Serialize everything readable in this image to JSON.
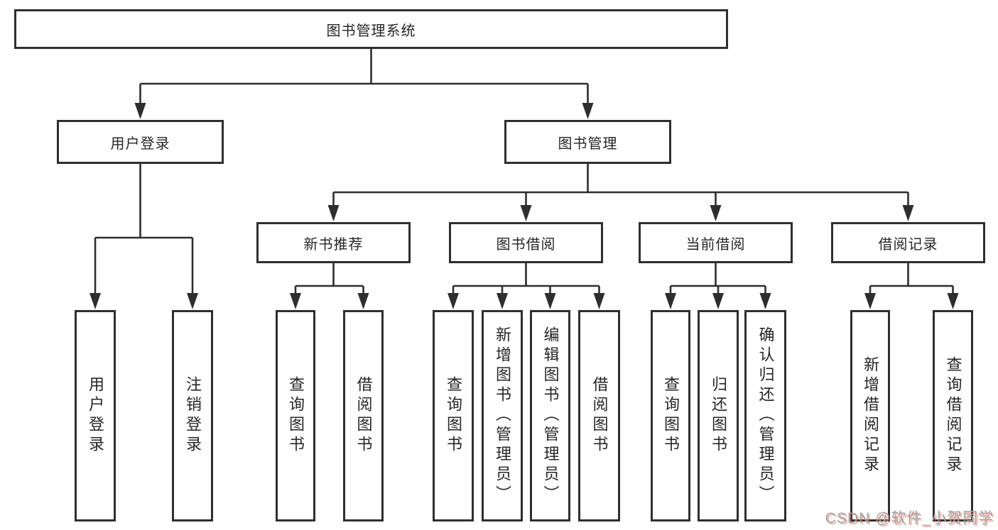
{
  "tree": {
    "root": {
      "label": "图书管理系统"
    },
    "branches": [
      {
        "label": "用户登录",
        "children": [
          {
            "label": "用户登录"
          },
          {
            "label": "注销登录"
          }
        ]
      },
      {
        "label": "图书管理",
        "children": [
          {
            "label": "新书推荐",
            "children": [
              {
                "label": "查询图书"
              },
              {
                "label": "借阅图书"
              }
            ]
          },
          {
            "label": "图书借阅",
            "children": [
              {
                "label": "查询图书"
              },
              {
                "label": "新增图书（管理员）"
              },
              {
                "label": "编辑图书（管理员）"
              },
              {
                "label": "借阅图书"
              }
            ]
          },
          {
            "label": "当前借阅",
            "children": [
              {
                "label": "查询图书"
              },
              {
                "label": "归还图书"
              },
              {
                "label": "确认归还（管理员）"
              }
            ]
          },
          {
            "label": "借阅记录",
            "children": [
              {
                "label": "新增借阅记录"
              },
              {
                "label": "查询借阅记录"
              }
            ]
          }
        ]
      }
    ]
  },
  "watermark": {
    "text": "CSDN @软件_小贺同学"
  },
  "colors": {
    "line": "#2e2e2e",
    "border": "#2f2f2f",
    "text": "#262626",
    "watermark_gray": "#a3a3a3",
    "watermark_red": "#e04628",
    "background": "#ffffff"
  }
}
